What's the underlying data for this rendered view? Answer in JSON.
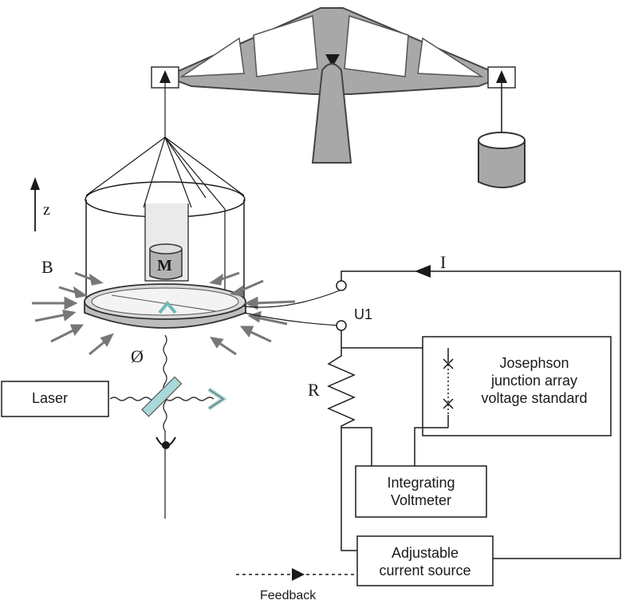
{
  "labels": {
    "z": "z",
    "B": "B",
    "M": "M",
    "phi": "Ø",
    "I": "I",
    "U1": "U1",
    "R": "R",
    "laser": "Laser",
    "feedback": "Feedback"
  },
  "boxes": {
    "josephson": [
      "Josephson",
      "junction array",
      "voltage standard"
    ],
    "voltmeter": [
      "Integrating",
      "Voltmeter"
    ],
    "current_source": [
      "Adjustable",
      "current source"
    ]
  },
  "colors": {
    "line": "#1a1a1a",
    "beam_fill": "#a8a8a8",
    "beam_stroke": "#444444",
    "field_arrows": "#777777",
    "mirror": "#a9d8d8",
    "mirror_stroke": "#555555",
    "coil": "#d9d9d9"
  }
}
